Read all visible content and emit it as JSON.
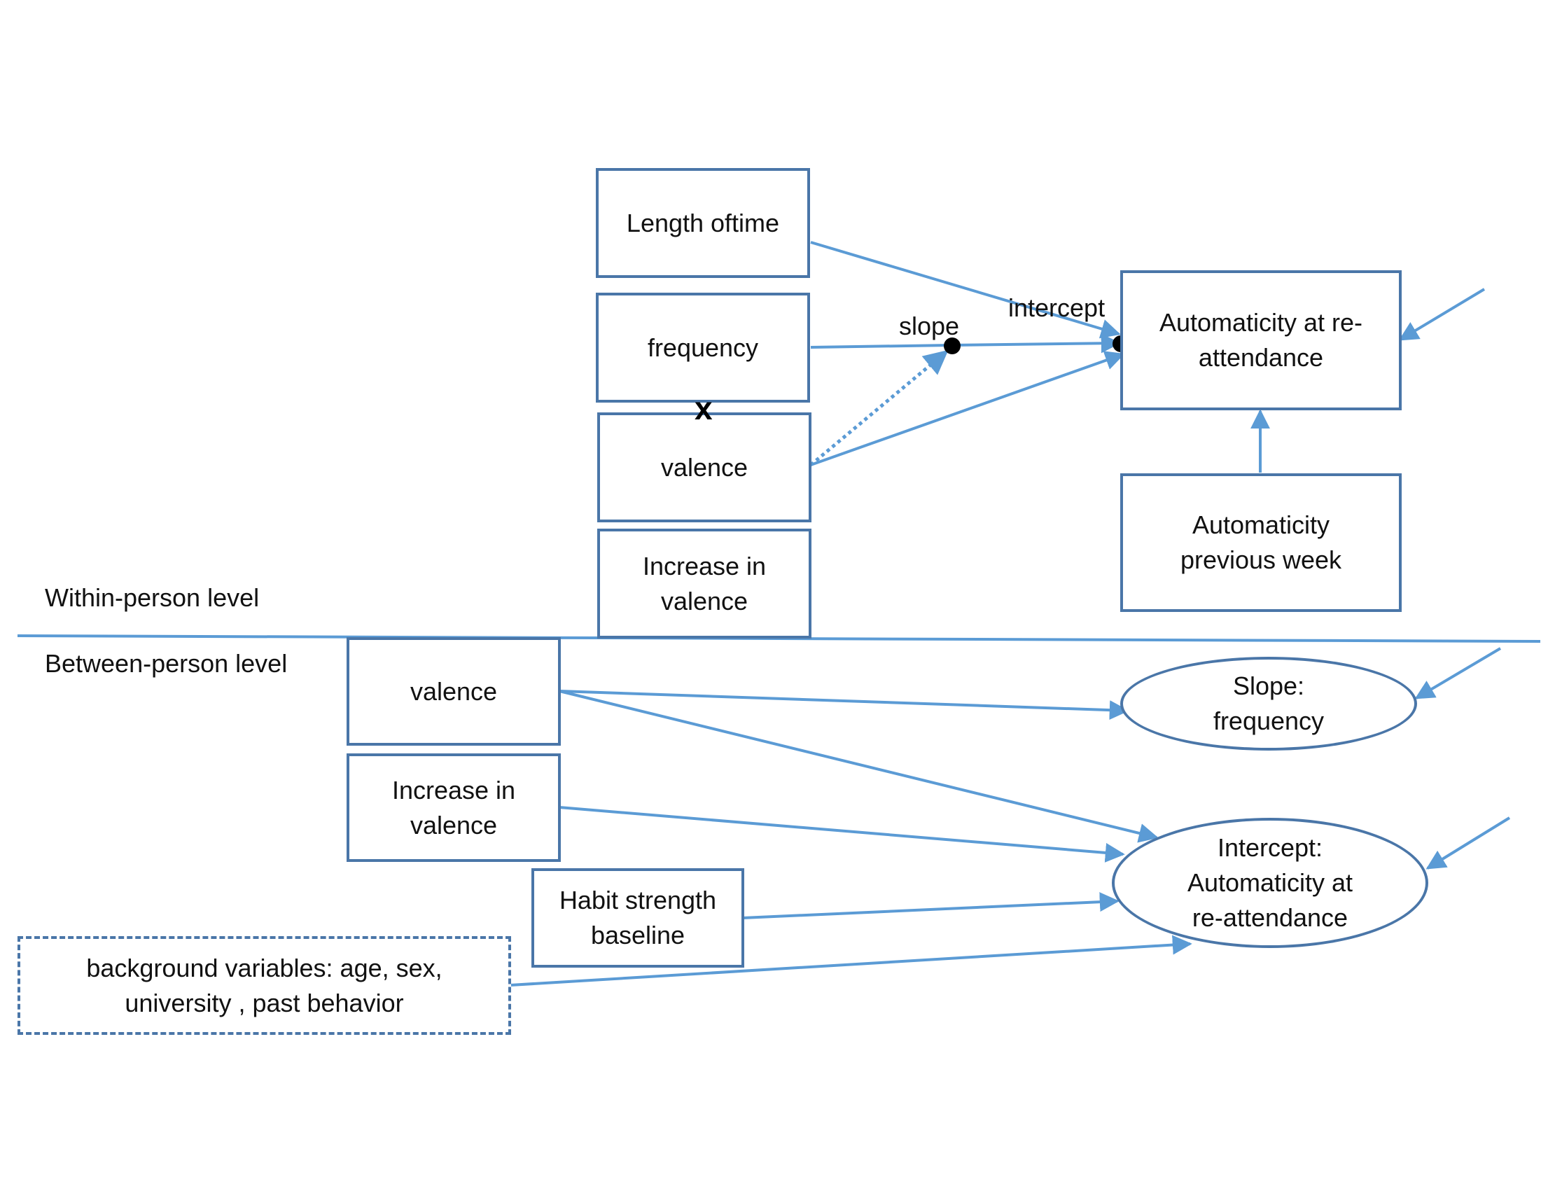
{
  "colors": {
    "box_border": "#4a76a8",
    "arrow": "#5b9bd5",
    "text": "#111111"
  },
  "levels": {
    "within": "Within-person level",
    "between": "Between-person level"
  },
  "within": {
    "length_of_time": "Length oftime",
    "frequency": "frequency",
    "interaction_symbol": "x",
    "valence": "valence",
    "increase_in_valence": "Increase in\nvalence",
    "outcome": "Automaticity at re-\nattendance",
    "previous_week": "Automaticity\nprevious week",
    "slope_label": "slope",
    "intercept_label": "intercept"
  },
  "between": {
    "valence": "valence",
    "increase_in_valence": "Increase in\nvalence",
    "habit_strength": "Habit strength\nbaseline",
    "background": "background variables: age, sex,\nuniversity , past behavior",
    "slope_outcome": "Slope:\nfrequency",
    "intercept_outcome": "Intercept:\nAutomaticity at\nre-attendance"
  }
}
